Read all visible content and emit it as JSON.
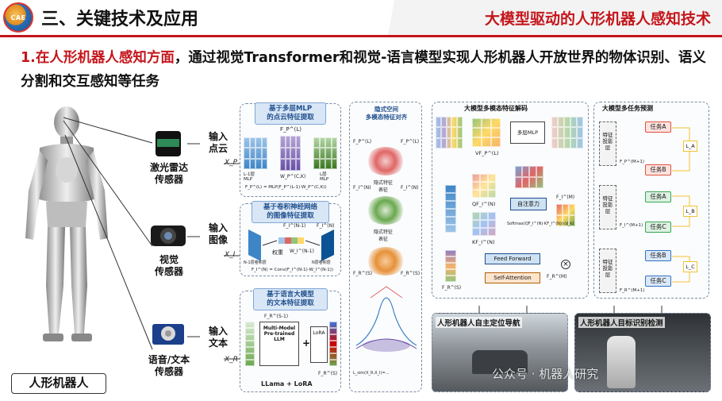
{
  "header": {
    "logo_text": "CAE",
    "section_title": "三、关键技术及应用",
    "deck_title": "大模型驱动的人形机器人感知技术"
  },
  "subheading": {
    "highlight": "1.在人形机器人感知方面",
    "text": "，通过视觉Transformer和视觉-语言模型实现人形机器人开放世界的物体识别、语义分割和交互感知等任务"
  },
  "robot": {
    "label": "人形机器人"
  },
  "sensors": [
    {
      "name": "激光雷达\n传感器",
      "input": "输入\n点云",
      "symbol": "X_P"
    },
    {
      "name": "视觉\n传感器",
      "input": "输入\n图像",
      "symbol": "X_I"
    },
    {
      "name": "语音/文本\n传感器",
      "input": "输入\n文本",
      "symbol": "X_R"
    }
  ],
  "panels": {
    "pointcloud": {
      "caption": "基于多层MLP\n的点云特征提取",
      "f_top": "F_P^(L)",
      "f_in": "F_P^(L-1)",
      "f_out": "F_P^(L)",
      "mlp": "L-1层\nMLP",
      "mlp2": "L层\nMLP",
      "w": "W_P^(C,K)",
      "formula": "F_P^(L) = MLP(F_P^(L-1)·W_P^(C,K))"
    },
    "image": {
      "caption": "基于卷积神经网络\n的图像特征提取",
      "f_top": "F_I^(N)",
      "f_in": "F_I^(N-1)",
      "weight": "权重",
      "w": "W_I^(N-1)",
      "left": "N-1层卷积层",
      "right": "N层卷积层",
      "formula": "F_I^(N) = Conv(F_I^(N-1)·W_I^(N-1))"
    },
    "text": {
      "caption": "基于语言大模型\n的文本特征提取",
      "f_top": "F_R^(S-1)",
      "llm": "Multi-Model\nPre-trained\nLLM",
      "lora": "LoRA",
      "f_out": "F_R^(S)",
      "footer": "LLama + LoRA"
    },
    "latent": {
      "caption": "隐式空间\n多模态特征对齐",
      "blob1": "隐式特征\n表征",
      "blob2": "隐式特征\n表征",
      "fp": "F_P^(L)",
      "fi": "F_I^(N)",
      "fr": "F_R^(S)",
      "formula": "L_sim(X_R,X_I)=..."
    },
    "decoder": {
      "caption": "大模型多模态特征解码",
      "mlp": "多层MLP",
      "vp": "VF_P^(L)",
      "qi": "QF_I^(N)",
      "ki": "KF_I^(N)",
      "self_attn_block": "自注意力",
      "softmax": "Softmax(QF_I^(N)·KF_I^(N)/√d_k)",
      "ff": "Feed Forward",
      "sa": "Self-Attention",
      "fr": "F_R^(S)",
      "fi_out": "F_I^(M)",
      "fr_out": "F_R^(M)"
    },
    "tasks": {
      "caption": "大模型多任务预测",
      "proj": "特征\n投影\n层",
      "items": [
        "任务A",
        "任务B",
        "任务A",
        "任务C",
        "任务B",
        "任务C"
      ],
      "losses": [
        "L_A",
        "L_B",
        "L_C"
      ],
      "fp_hat": "F_P^(M+1)",
      "fi_hat": "F_I^(M+1)",
      "fr_hat": "F_R^(M+1)"
    }
  },
  "photos": [
    {
      "caption": "人形机器人自主定位导航"
    },
    {
      "caption": "人形机器人目标识别检测"
    }
  ],
  "watermark": "公众号 · 机器人研究",
  "colors": {
    "accent_red": "#c4161c",
    "caption_blue": "#d8e6f6",
    "task_red": "#e2513b",
    "task_green": "#3aa655",
    "task_blue": "#2f72c4",
    "task_yellow": "#f2c230"
  }
}
